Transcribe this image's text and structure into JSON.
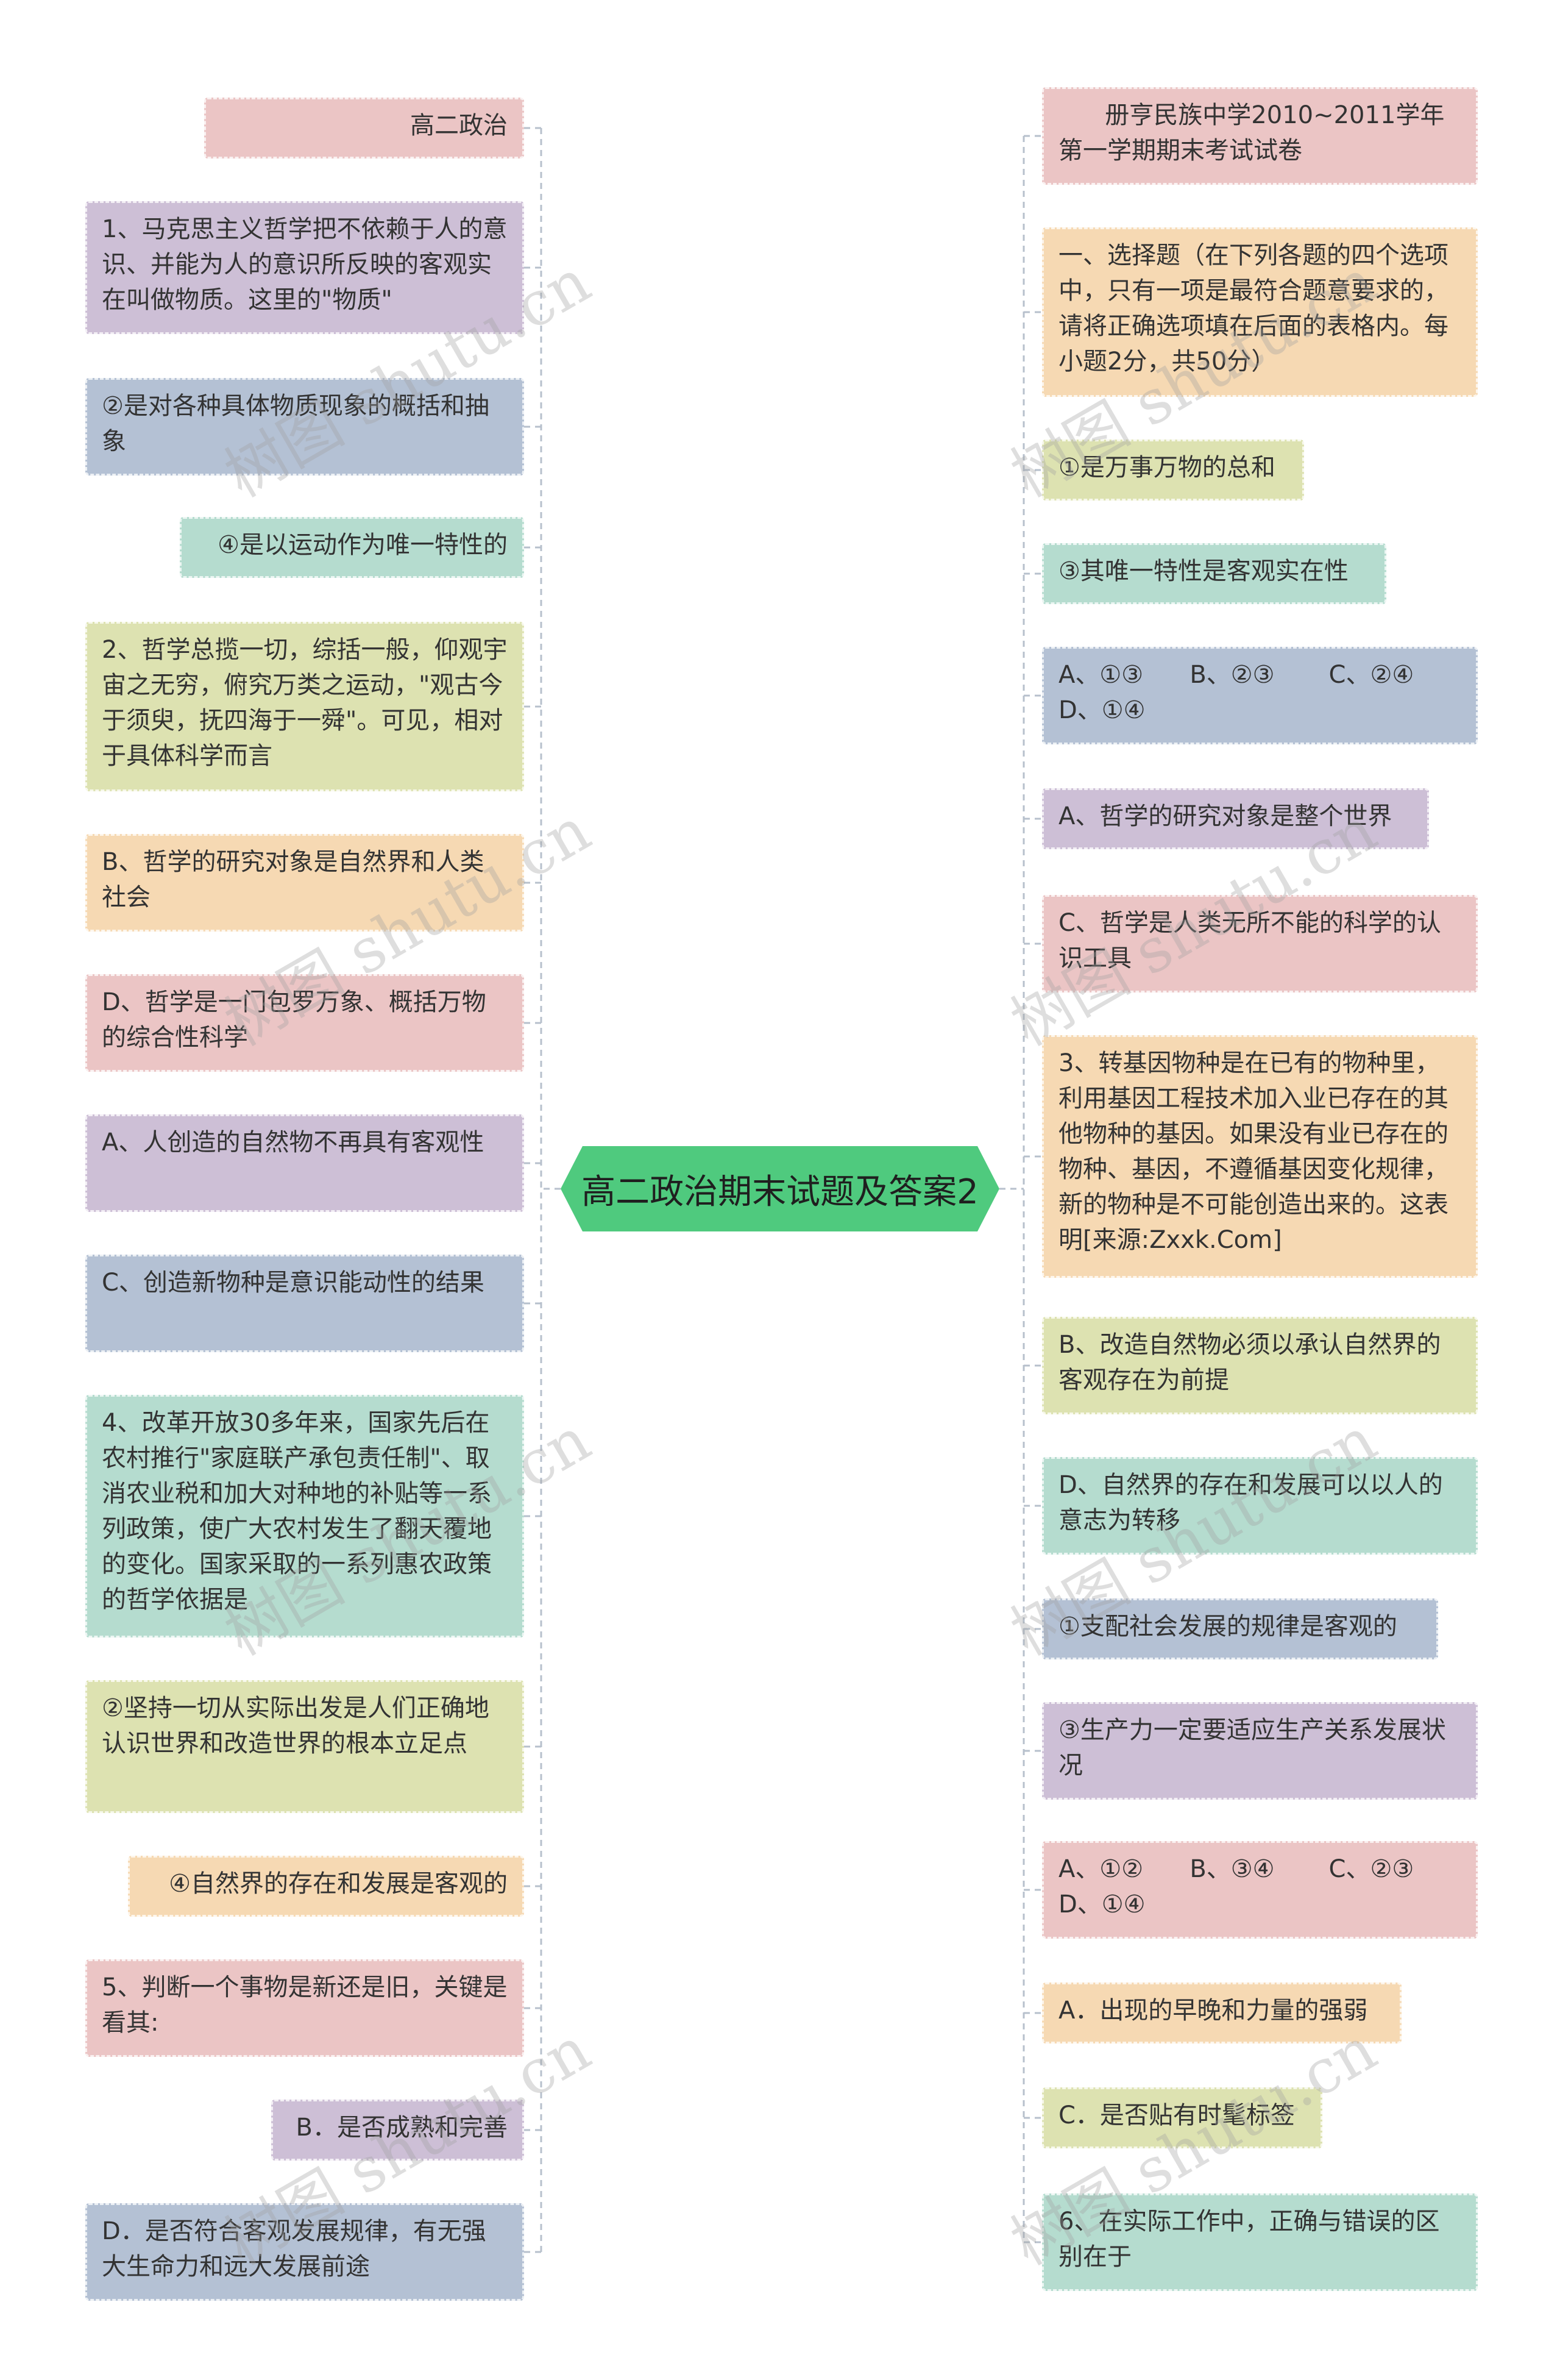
{
  "center": {
    "label": "高二政治期末试题及答案2",
    "color": "#4fca7e"
  },
  "watermark": "树图 shutu.cn",
  "left_nodes": [
    {
      "text": "高二政治",
      "color": "#ebc5c5"
    },
    {
      "text": "1、马克思主义哲学把不依赖于人的意识、并能为人的意识所反映的客观实在叫做物质。这里的\"物质\"",
      "color": "#cdbfd6"
    },
    {
      "text": "②是对各种具体物质现象的概括和抽象",
      "color": "#b4c1d4"
    },
    {
      "text": "④是以运动作为唯一特性的",
      "color": "#b5dccf"
    },
    {
      "text": "2、哲学总揽一切，综括一般，仰观宇宙之无穷，俯究万类之运动，\"观古今于须臾，抚四海于一舜\"。可见，相对于具体科学而言",
      "color": "#dde2b1"
    },
    {
      "text": "B、哲学的研究对象是自然界和人类社会",
      "color": "#f6d9b3"
    },
    {
      "text": "D、哲学是一门包罗万象、概括万物的综合性科学",
      "color": "#ebc5c5"
    },
    {
      "text": "A、人创造的自然物不再具有客观性",
      "color": "#cdbfd6"
    },
    {
      "text": "C、创造新物种是意识能动性的结果",
      "color": "#b4c1d4"
    },
    {
      "text": "4、改革开放30多年来，国家先后在农村推行\"家庭联产承包责任制\"、取消农业税和加大对种地的补贴等一系列政策，使广大农村发生了翻天覆地的变化。国家采取的一系列惠农政策的哲学依据是",
      "color": "#b5dccf"
    },
    {
      "text": "②坚持一切从实际出发是人们正确地认识世界和改造世界的根本立足点",
      "color": "#dde2b1"
    },
    {
      "text": "④自然界的存在和发展是客观的",
      "color": "#f6d9b3"
    },
    {
      "text": "5、判断一个事物是新还是旧，关键是看其:",
      "color": "#ebc5c5"
    },
    {
      "text": "B．是否成熟和完善",
      "color": "#cdbfd6"
    },
    {
      "text": "D．是否符合客观发展规律，有无强大生命力和远大发展前途",
      "color": "#b4c1d4"
    }
  ],
  "right_nodes": [
    {
      "text": "      册亨民族中学2010~2011学年第一学期期末考试试卷",
      "color": "#ebc5c5"
    },
    {
      "text": "一、选择题（在下列各题的四个选项中，只有一项是最符合题意要求的，请将正确选项填在后面的表格内。每小题2分，共50分）",
      "color": "#f6d9b3"
    },
    {
      "text": "①是万事万物的总和",
      "color": "#dde2b1"
    },
    {
      "text": "③其唯一特性是客观实在性",
      "color": "#b5dccf"
    },
    {
      "text": "A、①③      B、②③       C、②④       D、①④",
      "color": "#b4c1d4"
    },
    {
      "text": "A、哲学的研究对象是整个世界",
      "color": "#cdbfd6"
    },
    {
      "text": "C、哲学是人类无所不能的科学的认识工具",
      "color": "#ebc5c5"
    },
    {
      "text": "3、转基因物种是在已有的物种里，利用基因工程技术加入业已存在的其他物种的基因。如果没有业已存在的物种、基因，不遵循基因变化规律，新的物种是不可能创造出来的。这表明[来源:Zxxk.Com]",
      "color": "#f6d9b3"
    },
    {
      "text": "B、改造自然物必须以承认自然界的客观存在为前提",
      "color": "#dde2b1"
    },
    {
      "text": "D、自然界的存在和发展可以以人的意志为转移",
      "color": "#b5dccf"
    },
    {
      "text": "①支配社会发展的规律是客观的",
      "color": "#b4c1d4"
    },
    {
      "text": "③生产力一定要适应生产关系发展状况",
      "color": "#cdbfd6"
    },
    {
      "text": "A、①②      B、③④       C、②③       D、①④",
      "color": "#ebc5c5"
    },
    {
      "text": "A．出现的早晚和力量的强弱",
      "color": "#f6d9b3"
    },
    {
      "text": "C．是否贴有时髦标签",
      "color": "#dde2b1"
    },
    {
      "text": "6、在实际工作中，正确与错误的区别在于",
      "color": "#b5dccf"
    }
  ]
}
